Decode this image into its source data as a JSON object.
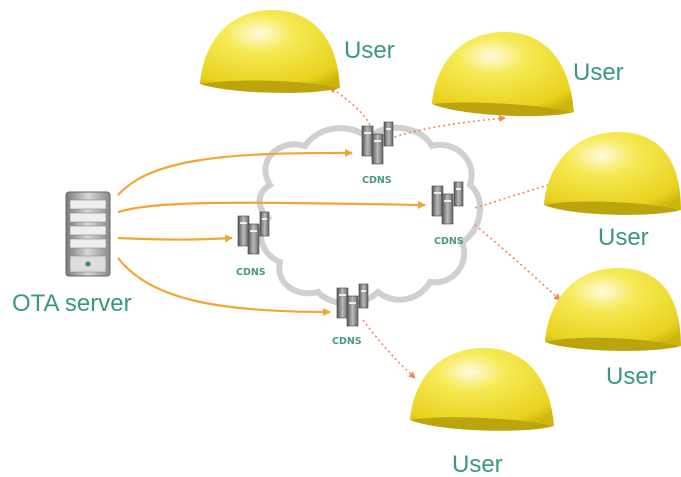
{
  "source": {
    "label": "OTA server",
    "icon": "server-tower-icon"
  },
  "cdns_nodes": [
    {
      "id": "cdns-top",
      "label": "CDNS"
    },
    {
      "id": "cdns-left",
      "label": "CDNS"
    },
    {
      "id": "cdns-right",
      "label": "CDNS"
    },
    {
      "id": "cdns-bottom",
      "label": "CDNS"
    }
  ],
  "users": [
    {
      "id": "user-1",
      "label": "User"
    },
    {
      "id": "user-2",
      "label": "User"
    },
    {
      "id": "user-3",
      "label": "User"
    },
    {
      "id": "user-4",
      "label": "User"
    },
    {
      "id": "user-5",
      "label": "User"
    }
  ],
  "colors": {
    "label_green": "#3a9a74",
    "cdns_label": "#4a9a7a",
    "server_arrow": "#f2a634",
    "user_arrow": "#ef8a5a",
    "helmet_fill": "#f2e03a",
    "cloud_stroke": "#c8c8c8"
  }
}
